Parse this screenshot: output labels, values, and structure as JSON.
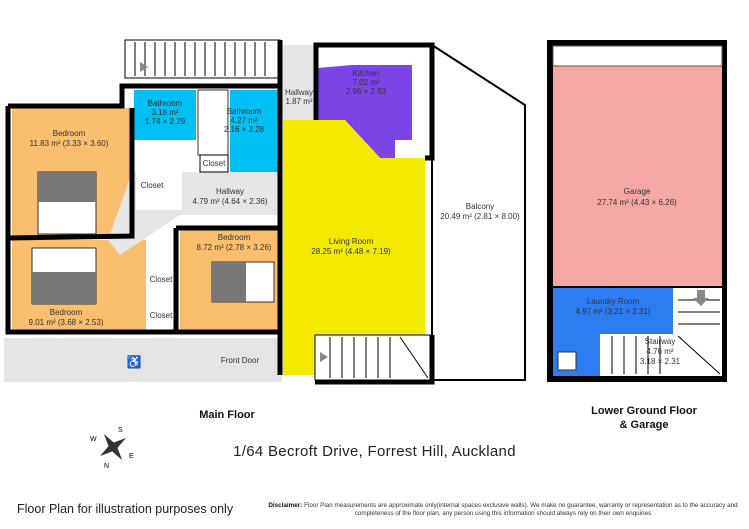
{
  "main_floor": {
    "title": "Main Floor",
    "rooms": [
      {
        "name": "Bedroom",
        "area": "11.83 m² (3.33 × 3.60)"
      },
      {
        "name": "Bathroom",
        "area": "3.18 m²",
        "dims": "1.74 × 2.29"
      },
      {
        "name": "Bathroom",
        "area": "4.27 m²",
        "dims": "2.16 × 2.28"
      },
      {
        "name": "Hallway",
        "area": "1.87 m²"
      },
      {
        "name": "Kitchen",
        "area": "7.02 m²",
        "dims": "2.96 × 2.83"
      },
      {
        "name": "Closet"
      },
      {
        "name": "Closet"
      },
      {
        "name": "Hallway",
        "area": "4.79 m² (4.64 × 2.36)"
      },
      {
        "name": "Bedroom",
        "area": "8.72 m² (2.78 × 3.26)"
      },
      {
        "name": "Living Room",
        "area": "28.25 m² (4.48 × 7.19)"
      },
      {
        "name": "Balcony",
        "area": "20.49 m² (2.81 × 8.00)"
      },
      {
        "name": "Closet"
      },
      {
        "name": "Closet"
      },
      {
        "name": "Bedroom",
        "area": "9.01 m² (3.68 × 2.53)"
      }
    ],
    "front_door": "Front Door"
  },
  "lower_floor": {
    "title_line1": "Lower Ground Floor",
    "title_line2": "& Garage",
    "rooms": [
      {
        "name": "Garage",
        "area": "27.74 m² (4.43 × 6.26)"
      },
      {
        "name": "Laundry Room",
        "area": "4.97 m² (3.21 × 2.31)"
      },
      {
        "name": "Stairway",
        "area": "4.76 m²",
        "dims": "3.18 × 2.31"
      }
    ]
  },
  "compass": {
    "letters": [
      "N",
      "S",
      "E",
      "W"
    ]
  },
  "address": "1/64 Becroft Drive, Forrest Hill, Auckland",
  "note": "Floor Plan for illustration purposes only",
  "disclaimer": {
    "label": "Disclaimer:",
    "text": "Floor Plan measurements are approximate only(internal spaces exclusive walls). We make no guarantee, warranty or representation as to the accuracy and completeness of the floor plan, any person using this information should always rely on their own enquiries"
  },
  "colors": {
    "bedroom": "#F9BF6E",
    "bathroom": "#00BFF3",
    "kitchen": "#7C44E6",
    "living": "#F4EA00",
    "hallway": "#E6E6E6",
    "garage": "#F4A7A3",
    "laundry": "#2E7CF2",
    "wall": "#000000",
    "window": "#6A6AE0"
  }
}
